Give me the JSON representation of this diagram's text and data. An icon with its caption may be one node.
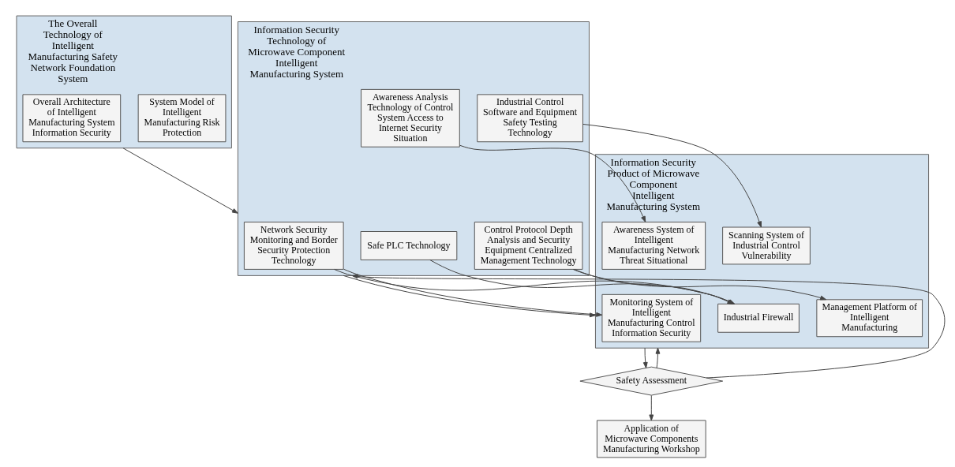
{
  "diagram": {
    "nodes": [
      {
        "text": [
          "The Overall Technology of Intelligent Manufacturing Safety Network Foundation System"
        ]
      },
      {
        "text": [
          "System Model of Intelligent Manufacturing Risk Protection"
        ],
        "in": 0
      },
      {
        "text": [
          "Overall Architecture of Intelligent Manufacturing System Information Security"
        ],
        "in": 0
      },
      {
        "text": [
          "Information Security Technology of Microwave Component Intelligent Manufacturing System"
        ]
      },
      {
        "text": [
          "Control Protocol Depth Analysis and Security Equipment Centralized Management Technology"
        ],
        "in": 3
      },
      {
        "text": [
          "Safe PLC Technology"
        ],
        "in": 3
      },
      {
        "text": [
          "Network Security Monitoring and Border Security Protection Technology"
        ],
        "in": 3
      },
      {
        "text": [
          "Industrial Control Software and Equipment Safety Testing Technology"
        ],
        "in": 3
      },
      {
        "text": [
          "Awareness Analysis Technology of Control System Access to Internet Security Situation"
        ],
        "in": 3
      },
      {
        "text": [
          "Information Security Product of Microwave Component Intelligent Manufacturing System"
        ]
      },
      {
        "text": [
          "Management Platform of Intelligent Manufacturing"
        ],
        "in": 9
      },
      {
        "text": [
          "Industrial Firewall"
        ],
        "in": 9
      },
      {
        "text": [
          "Monitoring System of Intelligent Manufacturing Control Information Security"
        ],
        "in": 9
      },
      {
        "text": [
          "Scanning System of Industrial Control Vulnerability"
        ],
        "in": 9
      },
      {
        "text": [
          "Awareness System of Intelligent Manufacturing Network Threat Situational"
        ],
        "in": 9
      },
      {
        "text": [
          "Safety Assessment"
        ]
      },
      {
        "text": [
          "Application of Microwave Components Manufacturing Workshop"
        ]
      }
    ],
    "edges": [
      {
        "from": 0,
        "to": 3,
        "arrow": "to"
      },
      {
        "from": 3,
        "to": 9,
        "arrow": "to"
      },
      {
        "from": 4,
        "to": 10,
        "arrow": "to"
      },
      {
        "from": 4,
        "to": 11,
        "arrow": "to"
      },
      {
        "from": 5,
        "to": 11,
        "arrow": "to"
      },
      {
        "from": 6,
        "to": 11,
        "arrow": "to"
      },
      {
        "from": 6,
        "to": 12,
        "arrow": "to"
      },
      {
        "from": 7,
        "to": 13,
        "arrow": "to"
      },
      {
        "from": 8,
        "to": 14,
        "arrow": "to"
      },
      {
        "from": 9,
        "to": 15,
        "arrow": "to"
      },
      {
        "from": 15,
        "to": 3,
        "arrow": "to"
      },
      {
        "from": 15,
        "to": 9,
        "arrow": "to"
      },
      {
        "from": 15,
        "to": 16,
        "arrow": "to"
      }
    ]
  }
}
